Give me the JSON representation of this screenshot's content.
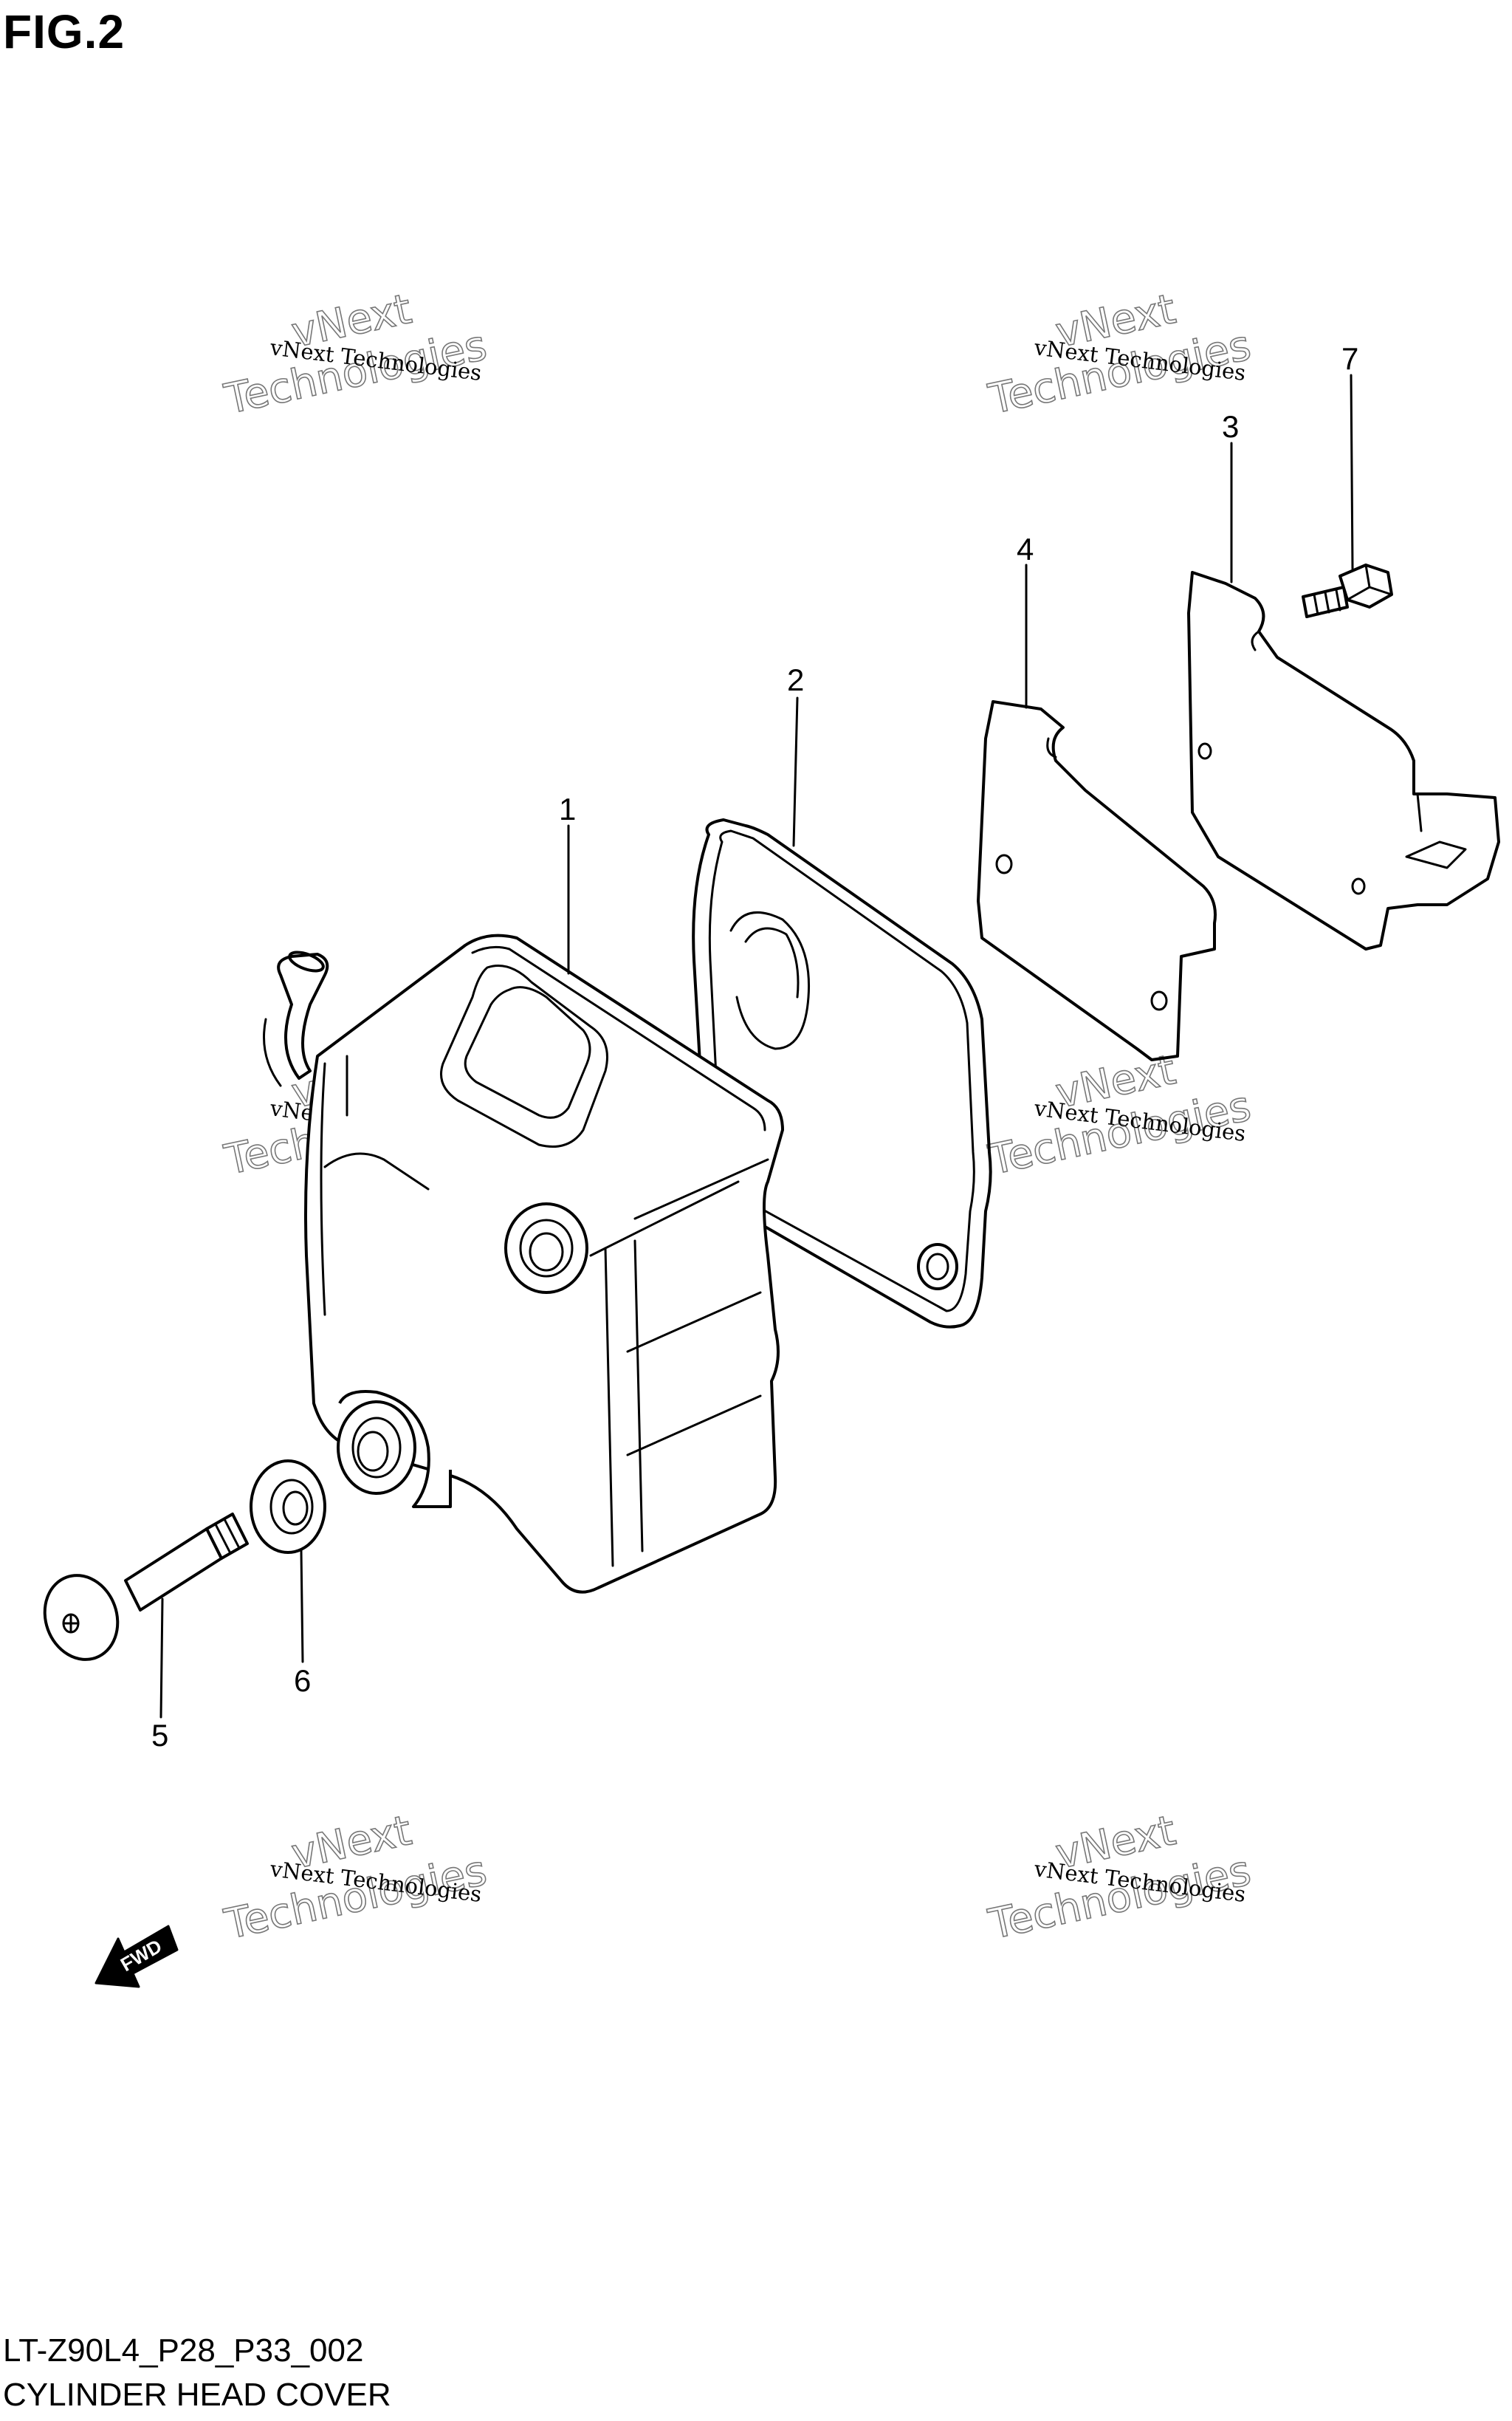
{
  "figure": {
    "title": "FIG.2"
  },
  "callouts": [
    "1",
    "2",
    "3",
    "4",
    "5",
    "6",
    "7"
  ],
  "fwd_label": "FWD",
  "watermark": {
    "line1": "vNext Technologies",
    "line2": "vNext",
    "line3": "Technologies"
  },
  "footer": {
    "code": "LT-Z90L4_P28_P33_002",
    "name": "CYLINDER HEAD COVER"
  }
}
